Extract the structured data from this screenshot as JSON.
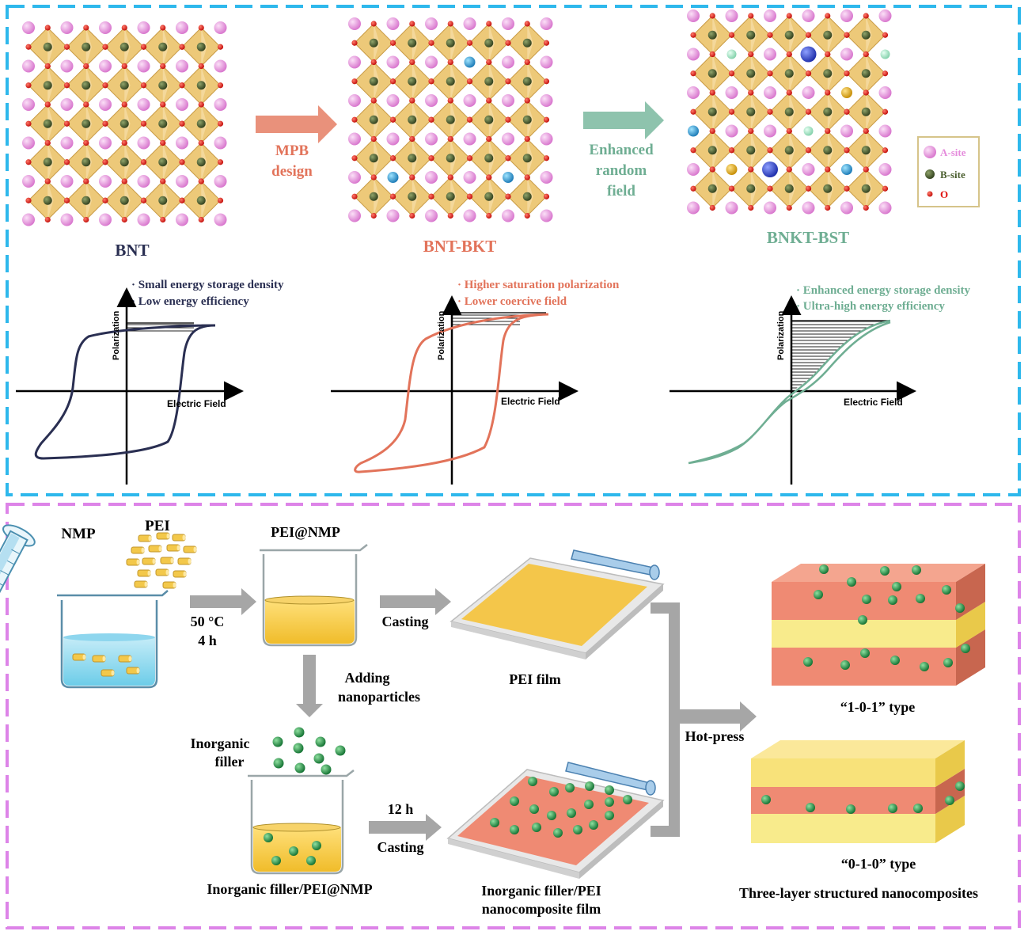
{
  "colors": {
    "top_border": "#2eb8ec",
    "bottom_border": "#dd84e8",
    "a_site": "#e58cdc",
    "b_site": "#4a5e2e",
    "oxygen": "#e0100d",
    "octahedron": "#e9c57a",
    "bnt": "#2a2f52",
    "bnt_bkt": "#e2735a",
    "bnkt_bst": "#6fae93",
    "green_np": "#1f9a45",
    "pei_yellow": "#f6d35b",
    "composite_red": "#ef8a73",
    "arrow_gray": "#a6a6a6"
  },
  "top_panel": {
    "structures": [
      {
        "label": "BNT"
      },
      {
        "label": "BNT-BKT"
      },
      {
        "label": "BNKT-BST"
      }
    ],
    "arrow1": {
      "lines": [
        "MPB",
        "design"
      ]
    },
    "arrow2": {
      "lines": [
        "Enhanced",
        "random",
        "field"
      ]
    },
    "legend": [
      {
        "label": "A-site"
      },
      {
        "label": "B-site"
      },
      {
        "label": "O"
      }
    ],
    "loops": [
      {
        "notes": [
          "· Small energy storage density",
          "· Low energy efficiency"
        ],
        "ylabel": "Polarization",
        "xlabel": "Electric Field"
      },
      {
        "notes": [
          "· Higher  saturation polarization",
          "· Lower coercive field"
        ],
        "ylabel": "Polarization",
        "xlabel": "Electric Field"
      },
      {
        "notes": [
          "· Enhanced energy storage density",
          "· Ultra-high energy efficiency"
        ],
        "ylabel": "Polarization",
        "xlabel": "Electric Field"
      }
    ]
  },
  "bottom_panel": {
    "nmp": "NMP",
    "pei": "PEI",
    "pei_nmp": "PEI@NMP",
    "cond1": "50 °C",
    "cond2": "4 h",
    "casting1": "Casting",
    "pei_film": "PEI film",
    "adding1": "Adding",
    "adding2": "nanoparticles",
    "filler1": "Inorganic",
    "filler2": "filler",
    "time12": "12 h",
    "casting2": "Casting",
    "filler_solution": "Inorganic filler/PEI@NMP",
    "nano_film1": "Inorganic filler/PEI",
    "nano_film2": "nanocomposite film",
    "hotpress": "Hot-press",
    "type101": "“1-0-1” type",
    "type010": "“0-1-0” type",
    "final": "Three-layer structured nanocomposites"
  }
}
